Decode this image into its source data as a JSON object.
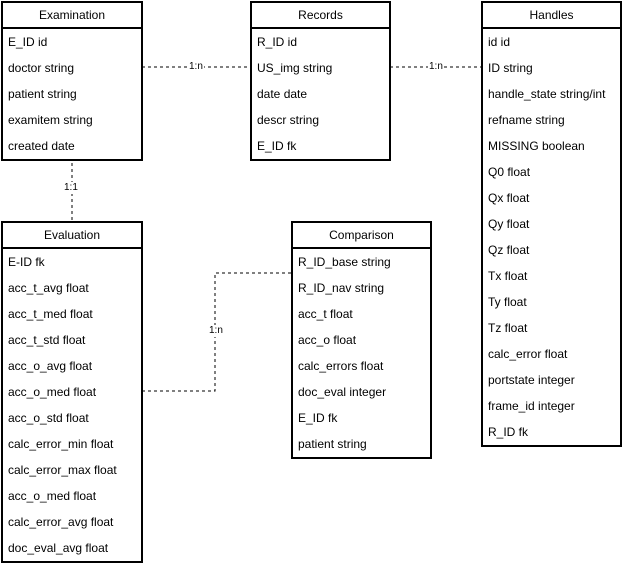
{
  "entities": {
    "examination": {
      "title": "Examination",
      "fields": [
        "E_ID id",
        "doctor string",
        "patient string",
        "examitem string",
        "created date"
      ]
    },
    "records": {
      "title": "Records",
      "fields": [
        "R_ID id",
        "US_img string",
        "date date",
        "descr string",
        "E_ID fk"
      ]
    },
    "handles": {
      "title": "Handles",
      "fields": [
        "id id",
        "ID string",
        "handle_state string/int",
        "refname string",
        "MISSING boolean",
        "Q0 float",
        "Qx float",
        "Qy float",
        "Qz float",
        "Tx float",
        "Ty float",
        "Tz float",
        "calc_error float",
        "portstate integer",
        "frame_id integer",
        "R_ID fk"
      ]
    },
    "evaluation": {
      "title": "Evaluation",
      "fields": [
        "E-ID fk",
        "acc_t_avg float",
        "acc_t_med float",
        "acc_t_std float",
        "acc_o_avg float",
        "acc_o_med float",
        "acc_o_std float",
        "calc_error_min float",
        "calc_error_max float",
        "acc_o_med float",
        "calc_error_avg float",
        "doc_eval_avg float"
      ]
    },
    "comparison": {
      "title": "Comparison",
      "fields": [
        "R_ID_base string",
        "R_ID_nav string",
        "acc_t float",
        "acc_o float",
        "calc_errors float",
        "doc_eval integer",
        "E_ID fk",
        "patient string"
      ]
    }
  },
  "relationships": {
    "examination_records": "1:n",
    "records_handles": "1:n",
    "examination_evaluation": "1:1",
    "evaluation_comparison": "1:n"
  },
  "colors": {
    "line": "#000000",
    "background": "#ffffff"
  }
}
